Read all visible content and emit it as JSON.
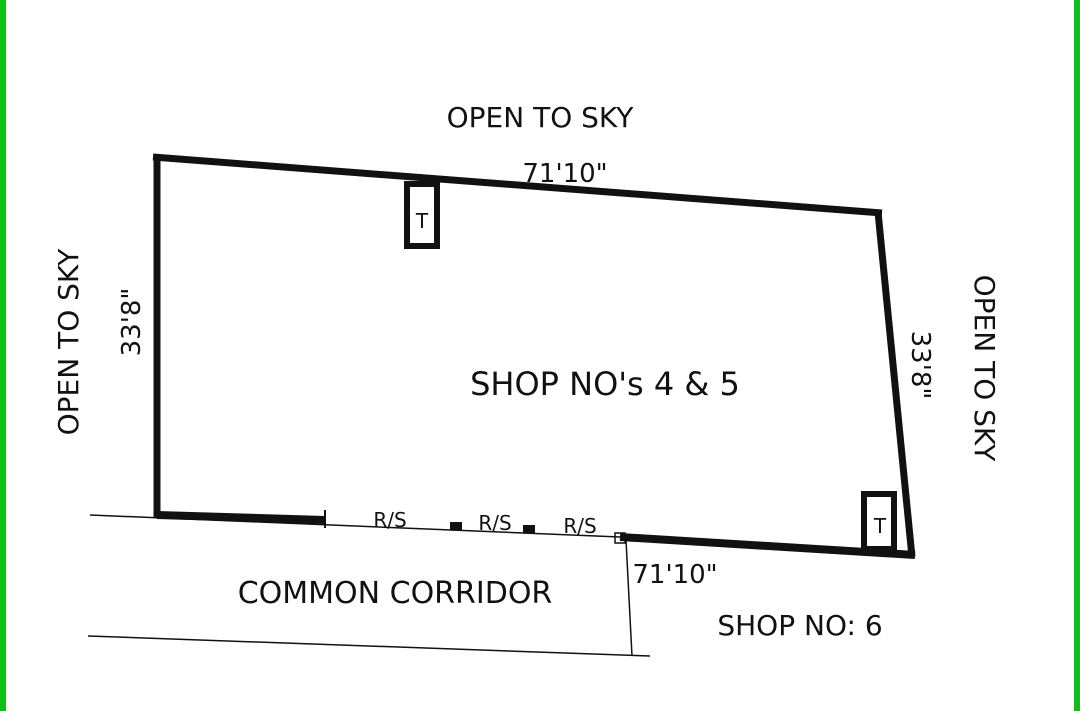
{
  "colors": {
    "frame": "#0fbf1a",
    "ink": "#111111"
  },
  "plan": {
    "top_label": "OPEN TO SKY",
    "top_dim": "71'10\"",
    "left_label": "OPEN TO SKY",
    "left_dim": "33'8\"",
    "right_label": "OPEN TO SKY",
    "right_dim": "33'8\"",
    "room_label": "SHOP NO's 4 & 5",
    "toilet_top": "T",
    "toilet_bottom": "T",
    "rolling_shutters": [
      "R/S",
      "R/S",
      "R/S"
    ],
    "corridor_label": "COMMON CORRIDOR",
    "bottom_dim": "71'10\"",
    "neighbor_label": "SHOP NO: 6"
  }
}
